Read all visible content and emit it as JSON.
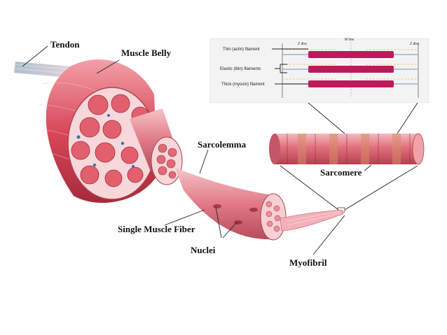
{
  "labels": {
    "tendon": "Tendon",
    "muscle_belly": "Muscle Belly",
    "sarcolemma": "Sarcolemma",
    "sarcomere": "Sarcomere",
    "single_muscle_fiber": "Single Muscle Fiber",
    "nuclei": "Nuclei",
    "myofibril": "Myofibril"
  },
  "inset": {
    "thin_filament": "Thin (actin) filament",
    "elastic_filaments": "Elastic (titin) filaments",
    "thick_filament": "Thick (myosin) filament",
    "z_disc_left": "Z disc",
    "z_disc_right": "Z disc",
    "m_line": "M line"
  },
  "colors": {
    "muscle": "#d9485a",
    "muscle_light": "#f08a94",
    "muscle_dark": "#a52a3a",
    "myosin": "#c2185b",
    "tendon": "#c9d6e2",
    "nucleus": "#3b6fb6"
  }
}
